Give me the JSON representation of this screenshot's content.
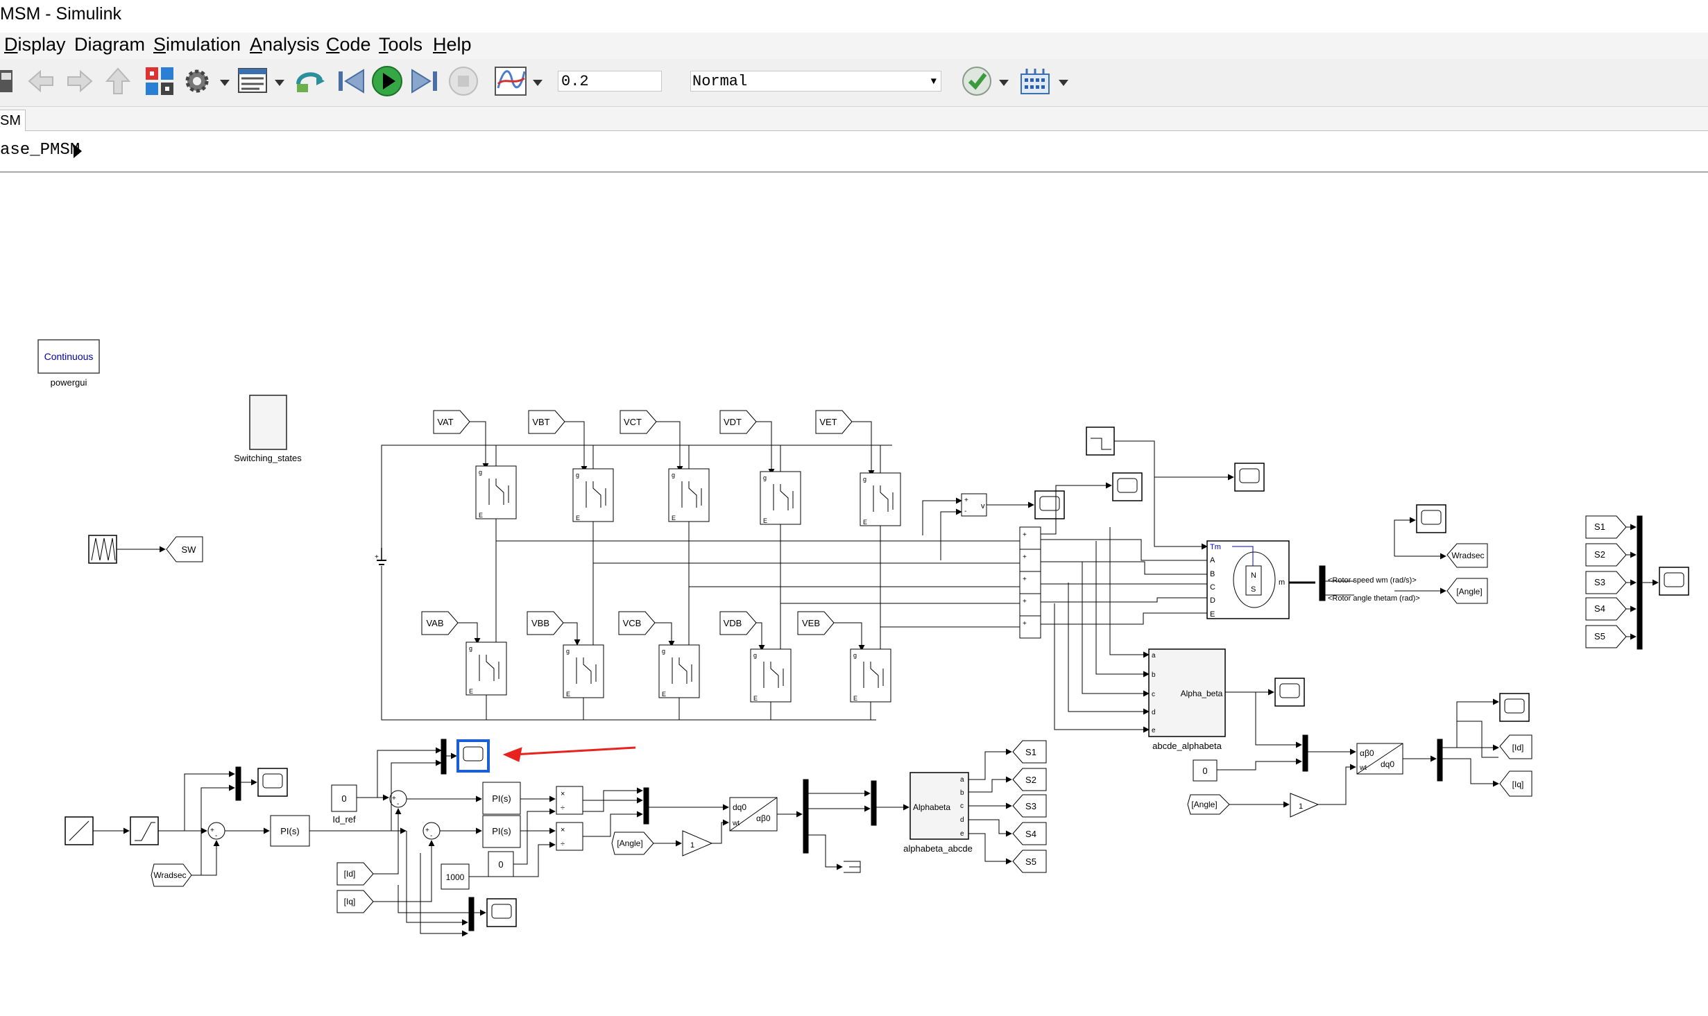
{
  "window": {
    "title": "MSM - Simulink"
  },
  "menu": [
    {
      "label": "Display",
      "mnemonic": "D",
      "rest": "isplay"
    },
    {
      "label": "Diagram",
      "mnemonic": "",
      "rest": "Diagram"
    },
    {
      "label": "Simulation",
      "mnemonic": "S",
      "rest": "imulation"
    },
    {
      "label": "Analysis",
      "mnemonic": "A",
      "rest": "nalysis"
    },
    {
      "label": "Code",
      "mnemonic": "C",
      "rest": "ode"
    },
    {
      "label": "Tools",
      "mnemonic": "T",
      "rest": "ools"
    },
    {
      "label": "Help",
      "mnemonic": "H",
      "rest": "elp"
    }
  ],
  "toolbar": {
    "stop_time": "0.2",
    "sim_mode": "Normal",
    "icons": [
      "save-icon",
      "back-icon",
      "forward-icon",
      "up-icon",
      "library-browser-icon",
      "model-settings-icon",
      "model-explorer-icon",
      "step-back-icon",
      "run-icon",
      "step-forward-icon",
      "stop-icon",
      "scope-viewer-icon",
      "check-icon",
      "sample-time-icon"
    ]
  },
  "tab": {
    "label": "SM"
  },
  "breadcrumb": {
    "path": "ase_PMSM"
  },
  "diagram": {
    "powergui": {
      "mode": "Continuous",
      "name": "powergui"
    },
    "switching_states": "Switching_states",
    "sw_tag": "SW",
    "top_gate_tags": [
      "VAT",
      "VBT",
      "VCT",
      "VDT",
      "VET"
    ],
    "bottom_gate_tags": [
      "VAB",
      "VBB",
      "VCB",
      "VDB",
      "VEB"
    ],
    "motor_ports": [
      "Tm",
      "A",
      "B",
      "C",
      "D",
      "E"
    ],
    "motor_out": "m",
    "motor_N": "N",
    "motor_S": "S",
    "measure_labels": [
      "<Rotor speed wm (rad/s)>",
      "<Rotor angle thetam (rad)>"
    ],
    "goto_wradsec": "Wradsec",
    "goto_angle": "[Angle]",
    "from_angle": "[Angle]",
    "from_id": "[Id]",
    "from_iq": "[Iq]",
    "goto_id": "[Id]",
    "goto_iq": "[Iq]",
    "from_wradsec": "Wradsec",
    "s_tags": [
      "S1",
      "S2",
      "S3",
      "S4",
      "S5"
    ],
    "abcde_block": {
      "label": "Alpha_beta",
      "name": "abcde_alphabeta",
      "ports": [
        "a",
        "b",
        "c",
        "d",
        "e"
      ]
    },
    "alphabeta_block": {
      "label": "Alphabeta",
      "name": "alphabeta_abcde",
      "ports": [
        "a",
        "b",
        "c",
        "d",
        "e"
      ]
    },
    "pi_label": "PI(s)",
    "const_zero": "0",
    "const_1000": "1000",
    "gain_one": "1",
    "id_ref": "Id_ref",
    "dq0_top": "dq0",
    "dq0_bottom": "αβ0",
    "wt": "wt",
    "abz_top": "αβ0",
    "abz_bottom": "dq0",
    "v_label": "v",
    "plus": "+",
    "minus": "-"
  },
  "colors": {
    "selected": "#1a5fd6",
    "arrow": "#e8221e",
    "port_blue": "#0000cc"
  }
}
